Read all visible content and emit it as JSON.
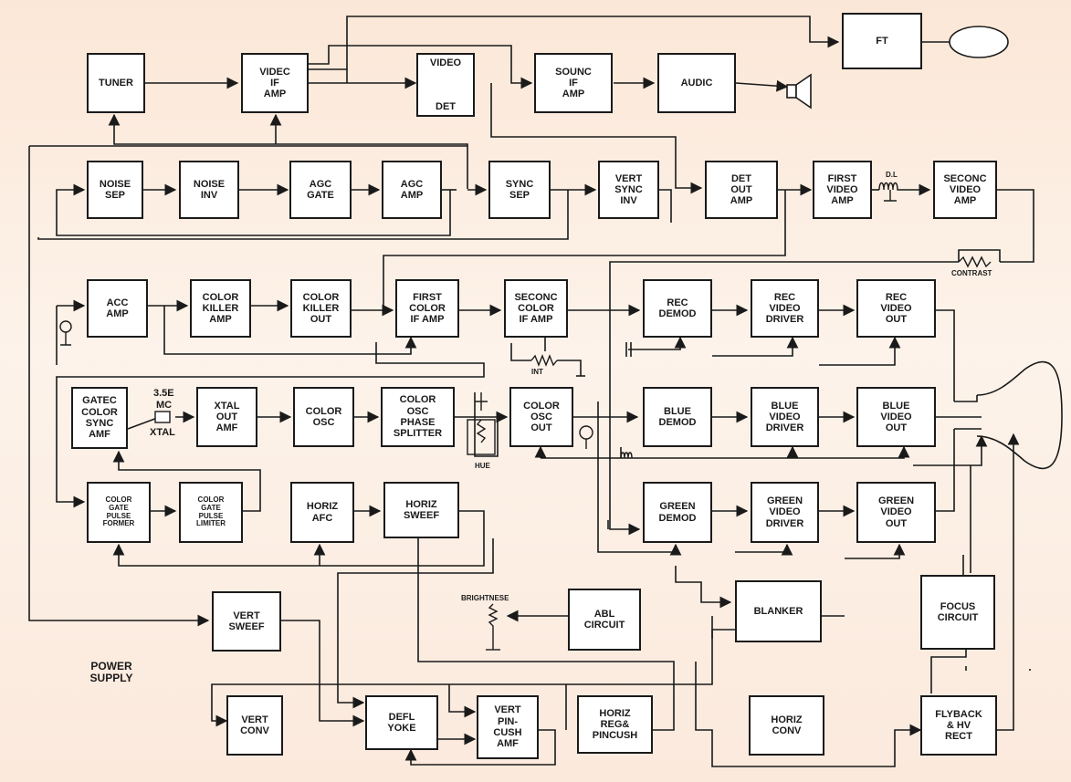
{
  "blocks": {
    "tuner": "TUNER",
    "video_if_amp": "VIDEC\nIF\nAMP",
    "video_det": "VIDEO",
    "video_det_sub": "DET",
    "sound_if_amp": "SOUNC\nIF\nAMP",
    "audio": "AUDIC",
    "ft": "FT",
    "noise_sep": "NOISE\nSEP",
    "noise_inv": "NOISE\nINV",
    "agc_gate": "AGC\nGATE",
    "agc_amp": "AGC\nAMP",
    "sync_sep": "SYNC\nSEP",
    "vert_sync_inv": "VERT\nSYNC\nINV",
    "det_out_amp": "DET\nOUT\nAMP",
    "first_video_amp": "FIRST\nVIDEO\nAMP",
    "second_video_amp": "SECONC\nVIDEO\nAMP",
    "acc_amp": "ACC\nAMP",
    "color_killer_amp": "COLOR\nKILLER\nAMP",
    "color_killer_out": "COLOR\nKILLER\nOUT",
    "first_color_if_amp": "FIRST\nCOLOR\nIF AMP",
    "second_color_if_amp": "SECONC\nCOLOR\nIF AMP",
    "red_demod": "REC\nDEMOD",
    "red_video_driver": "REC\nVIDEO\nDRIVER",
    "red_video_out": "REC\nVIDEO\nOUT",
    "gated_color_sync_amp": "GATEC\nCOLOR\nSYNC\nAMF",
    "xtal_out_amp": "XTAL\nOUT\nAMF",
    "color_osc": "COLOR\nOSC",
    "color_osc_phase_splitter": "COLOR\nOSC\nPHASE\nSPLITTER",
    "color_osc_out": "COLOR\nOSC\nOUT",
    "blue_demod": "BLUE\nDEMOD",
    "blue_video_driver": "BLUE\nVIDEO\nDRIVER",
    "blue_video_out": "BLUE\nVIDEO\nOUT",
    "color_gate_pulse_former": "COLOR\nGATE\nPULSE\nFORMER",
    "color_gate_pulse_limiter": "COLOR\nGATE\nPULSE\nLIMITER",
    "horiz_afc": "HORIZ\nAFC",
    "horiz_sweep": "HORIZ\nSWEEF",
    "green_demod": "GREEN\nDEMOD",
    "green_video_driver": "GREEN\nVIDEO\nDRIVER",
    "green_video_out": "GREEN\nVIDEO\nOUT",
    "vert_sweep": "VERT\nSWEEF",
    "abl_circuit": "ABL\nCIRCUIT",
    "blanker": "BLANKER",
    "focus_circuit": "FOCUS\nCIRCUIT",
    "power_supply": "POWER\nSUPPLY",
    "vert_conv": "VERT\nCONV",
    "defl_yoke": "DEFL\nYOKE",
    "vert_pincush_amp": "VERT\nPIN-\nCUSH\nAMF",
    "horiz_reg_pincush": "HORIZ\nREG&\nPINCUSH",
    "horiz_conv": "HORIZ\nCONV",
    "flyback_hv_rect": "FLYBACK\n& HV\nRECT"
  },
  "labels": {
    "dl": "D.L",
    "contrast": "CONTRAST",
    "tint": "INT",
    "xtal_freq": "3.5E",
    "xtal_unit": "MC",
    "xtal": "XTAL",
    "hue": "HUE",
    "brightness": "BRIGHTNESE"
  },
  "colors": {
    "line": "#1a1a1a",
    "block_fill": "#ffffff",
    "background_top": "#fbe7d7",
    "background_bottom": "#fbe9dc"
  }
}
